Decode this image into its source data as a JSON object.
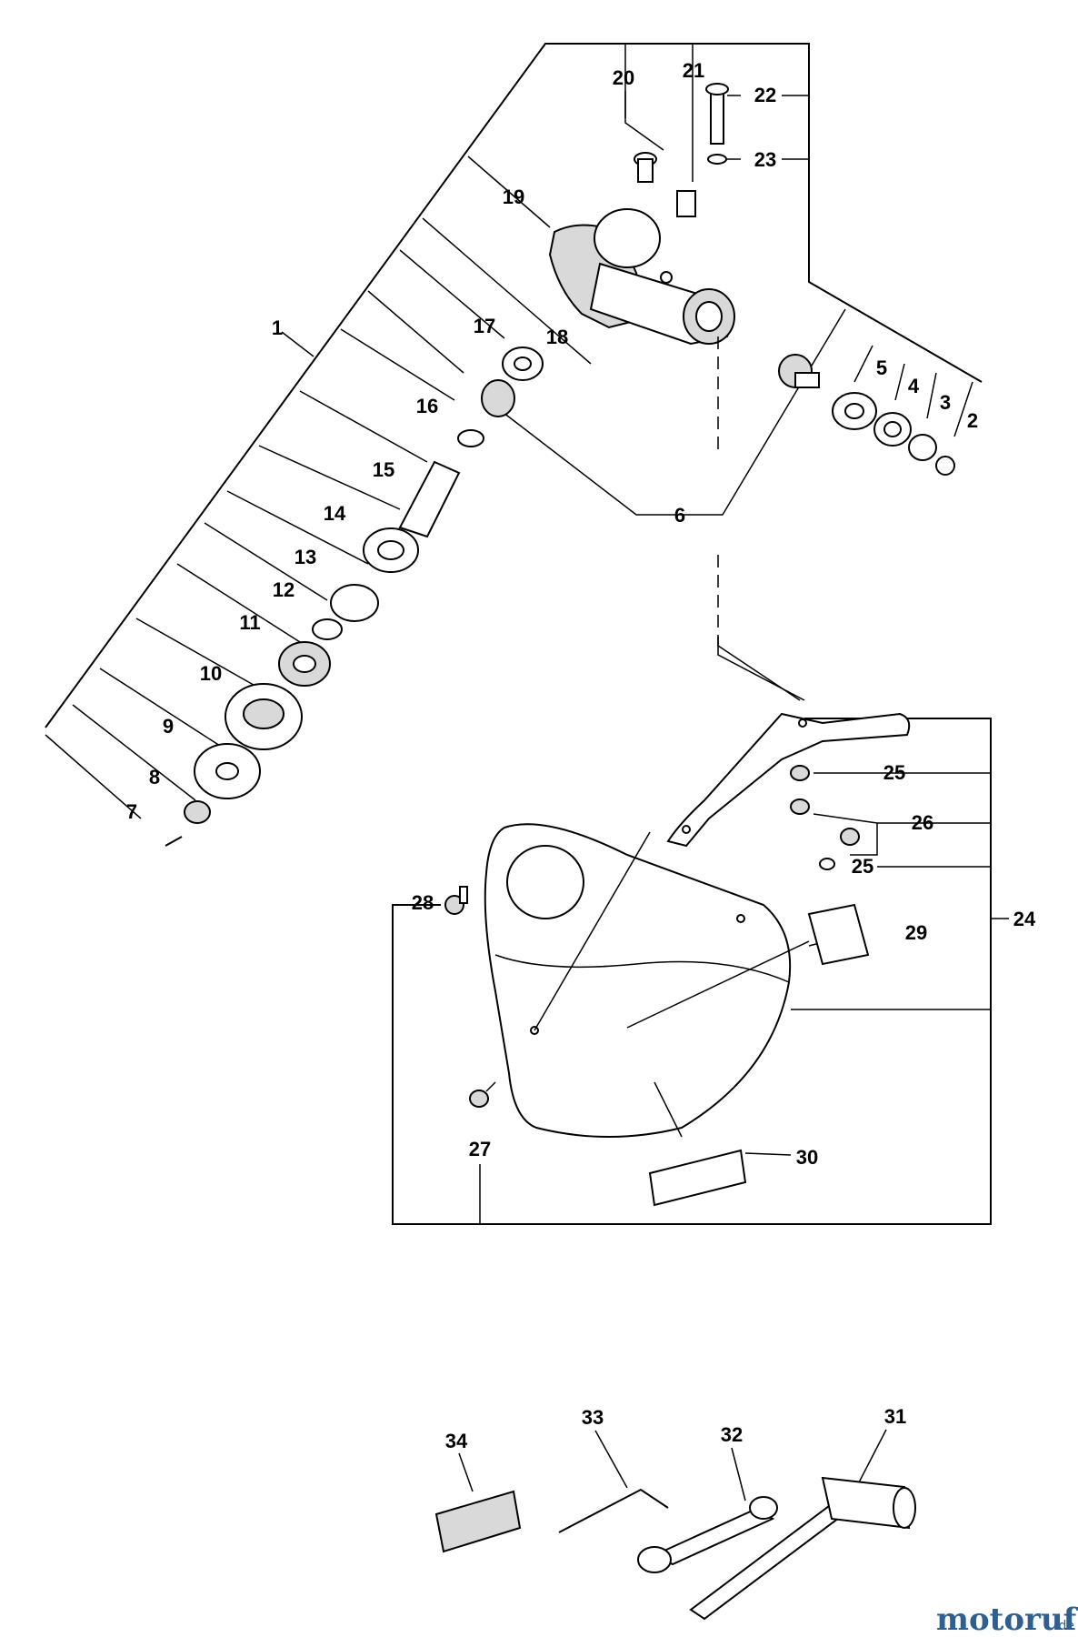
{
  "diagram": {
    "labels": [
      "1",
      "2",
      "3",
      "4",
      "5",
      "6",
      "7",
      "8",
      "9",
      "10",
      "11",
      "12",
      "13",
      "14",
      "15",
      "16",
      "17",
      "18",
      "19",
      "20",
      "21",
      "22",
      "23",
      "24",
      "25",
      "25",
      "26",
      "27",
      "28",
      "29",
      "30",
      "31",
      "32",
      "33",
      "34"
    ],
    "watermark": {
      "brand": "motoruf",
      "tld": ".de"
    }
  }
}
